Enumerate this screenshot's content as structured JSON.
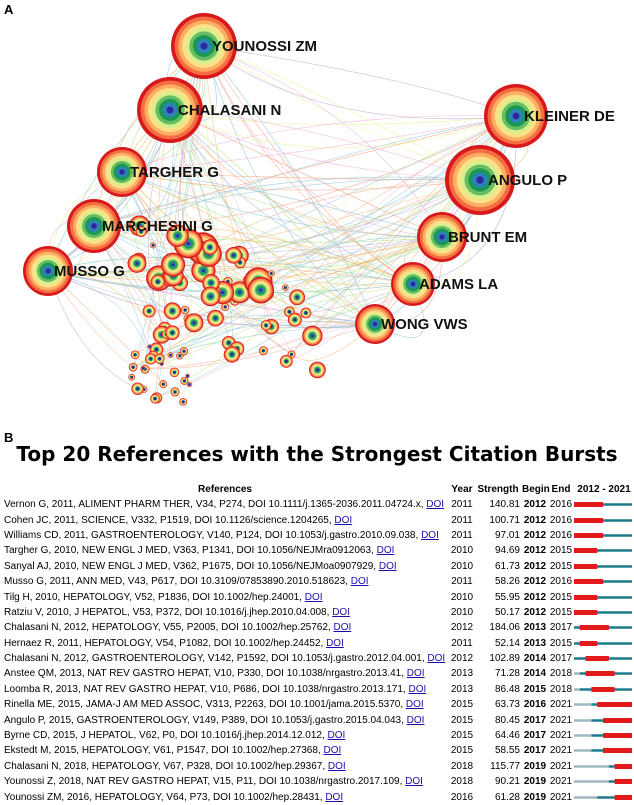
{
  "panel_a_label": "A",
  "panel_b_label": "B",
  "network": {
    "authors": [
      {
        "name": "YOUNOSSI ZM",
        "side": "left"
      },
      {
        "name": "CHALASANI N",
        "side": "left"
      },
      {
        "name": "TARGHER G",
        "side": "left"
      },
      {
        "name": "MARCHESINI G",
        "side": "left"
      },
      {
        "name": "MUSSO G",
        "side": "left"
      },
      {
        "name": "KLEINER DE",
        "side": "right"
      },
      {
        "name": "ANGULO P",
        "side": "right"
      },
      {
        "name": "BRUNT EM",
        "side": "right"
      },
      {
        "name": "ADAMS LA",
        "side": "right"
      },
      {
        "name": "WONG VWS",
        "side": "right"
      }
    ],
    "ring_colors": [
      "#d7191c",
      "#f46d43",
      "#fdae61",
      "#fee08b",
      "#d9ef8b",
      "#66bd63",
      "#1a9850",
      "#2b83ba",
      "#5e3c99"
    ]
  },
  "chart_data": {
    "type": "table",
    "title": "Top 20 References with the Strongest Citation Bursts",
    "columns": [
      "References",
      "Year",
      "Strength",
      "Begin",
      "End",
      "2012 - 2021"
    ],
    "range_start": 2012,
    "range_end": 2021,
    "colors": {
      "burst": "#e31a1c",
      "active": "#1f7a8c",
      "before": "#9fb8bd"
    },
    "link_text": "DOI",
    "rows": [
      {
        "ref": "Vernon G, 2011, ALIMENT PHARM THER, V34, P274, DOI 10.1111/j.1365-2036.2011.04724.x,",
        "year": 2011,
        "strength": "140.81",
        "begin": 2012,
        "end": 2016
      },
      {
        "ref": "Cohen JC, 2011, SCIENCE, V332, P1519, DOI 10.1126/science.1204265,",
        "year": 2011,
        "strength": "100.71",
        "begin": 2012,
        "end": 2016
      },
      {
        "ref": "Williams CD, 2011, GASTROENTEROLOGY, V140, P124, DOI 10.1053/j.gastro.2010.09.038,",
        "year": 2011,
        "strength": "97.01",
        "begin": 2012,
        "end": 2016
      },
      {
        "ref": "Targher G, 2010, NEW ENGL J MED, V363, P1341, DOI 10.1056/NEJMra0912063,",
        "year": 2010,
        "strength": "94.69",
        "begin": 2012,
        "end": 2015
      },
      {
        "ref": "Sanyal AJ, 2010, NEW ENGL J MED, V362, P1675, DOI 10.1056/NEJMoa0907929,",
        "year": 2010,
        "strength": "61.73",
        "begin": 2012,
        "end": 2015
      },
      {
        "ref": "Musso G, 2011, ANN MED, V43, P617, DOI 10.3109/07853890.2010.518623,",
        "year": 2011,
        "strength": "58.26",
        "begin": 2012,
        "end": 2016
      },
      {
        "ref": "Tilg H, 2010, HEPATOLOGY, V52, P1836, DOI 10.1002/hep.24001,",
        "year": 2010,
        "strength": "55.95",
        "begin": 2012,
        "end": 2015
      },
      {
        "ref": "Ratziu V, 2010, J HEPATOL, V53, P372, DOI 10.1016/j.jhep.2010.04.008,",
        "year": 2010,
        "strength": "50.17",
        "begin": 2012,
        "end": 2015
      },
      {
        "ref": "Chalasani N, 2012, HEPATOLOGY, V55, P2005, DOI 10.1002/hep.25762,",
        "year": 2012,
        "strength": "184.06",
        "begin": 2013,
        "end": 2017
      },
      {
        "ref": "Hernaez R, 2011, HEPATOLOGY, V54, P1082, DOI 10.1002/hep.24452,",
        "year": 2011,
        "strength": "52.14",
        "begin": 2013,
        "end": 2015
      },
      {
        "ref": "Chalasani N, 2012, GASTROENTEROLOGY, V142, P1592, DOI 10.1053/j.gastro.2012.04.001,",
        "year": 2012,
        "strength": "102.89",
        "begin": 2014,
        "end": 2017
      },
      {
        "ref": "Anstee QM, 2013, NAT REV GASTRO HEPAT, V10, P330, DOI 10.1038/nrgastro.2013.41,",
        "year": 2013,
        "strength": "71.28",
        "begin": 2014,
        "end": 2018
      },
      {
        "ref": "Loomba R, 2013, NAT REV GASTRO HEPAT, V10, P686, DOI 10.1038/nrgastro.2013.171,",
        "year": 2013,
        "strength": "86.48",
        "begin": 2015,
        "end": 2018
      },
      {
        "ref": "Rinella ME, 2015, JAMA-J AM MED ASSOC, V313, P2263, DOI 10.1001/jama.2015.5370,",
        "year": 2015,
        "strength": "63.73",
        "begin": 2016,
        "end": 2021
      },
      {
        "ref": "Angulo P, 2015, GASTROENTEROLOGY, V149, P389, DOI 10.1053/j.gastro.2015.04.043,",
        "year": 2015,
        "strength": "80.45",
        "begin": 2017,
        "end": 2021
      },
      {
        "ref": "Byrne CD, 2015, J HEPATOL, V62, P0, DOI 10.1016/j.jhep.2014.12.012,",
        "year": 2015,
        "strength": "64.46",
        "begin": 2017,
        "end": 2021
      },
      {
        "ref": "Ekstedt M, 2015, HEPATOLOGY, V61, P1547, DOI 10.1002/hep.27368,",
        "year": 2015,
        "strength": "58.55",
        "begin": 2017,
        "end": 2021
      },
      {
        "ref": "Chalasani N, 2018, HEPATOLOGY, V67, P328, DOI 10.1002/hep.29367,",
        "year": 2018,
        "strength": "115.77",
        "begin": 2019,
        "end": 2021
      },
      {
        "ref": "Younossi Z, 2018, NAT REV GASTRO HEPAT, V15, P11, DOI 10.1038/nrgastro.2017.109,",
        "year": 2018,
        "strength": "90.21",
        "begin": 2019,
        "end": 2021
      },
      {
        "ref": "Younossi ZM, 2016, HEPATOLOGY, V64, P73, DOI 10.1002/hep.28431,",
        "year": 2016,
        "strength": "61.28",
        "begin": 2019,
        "end": 2021
      }
    ]
  }
}
